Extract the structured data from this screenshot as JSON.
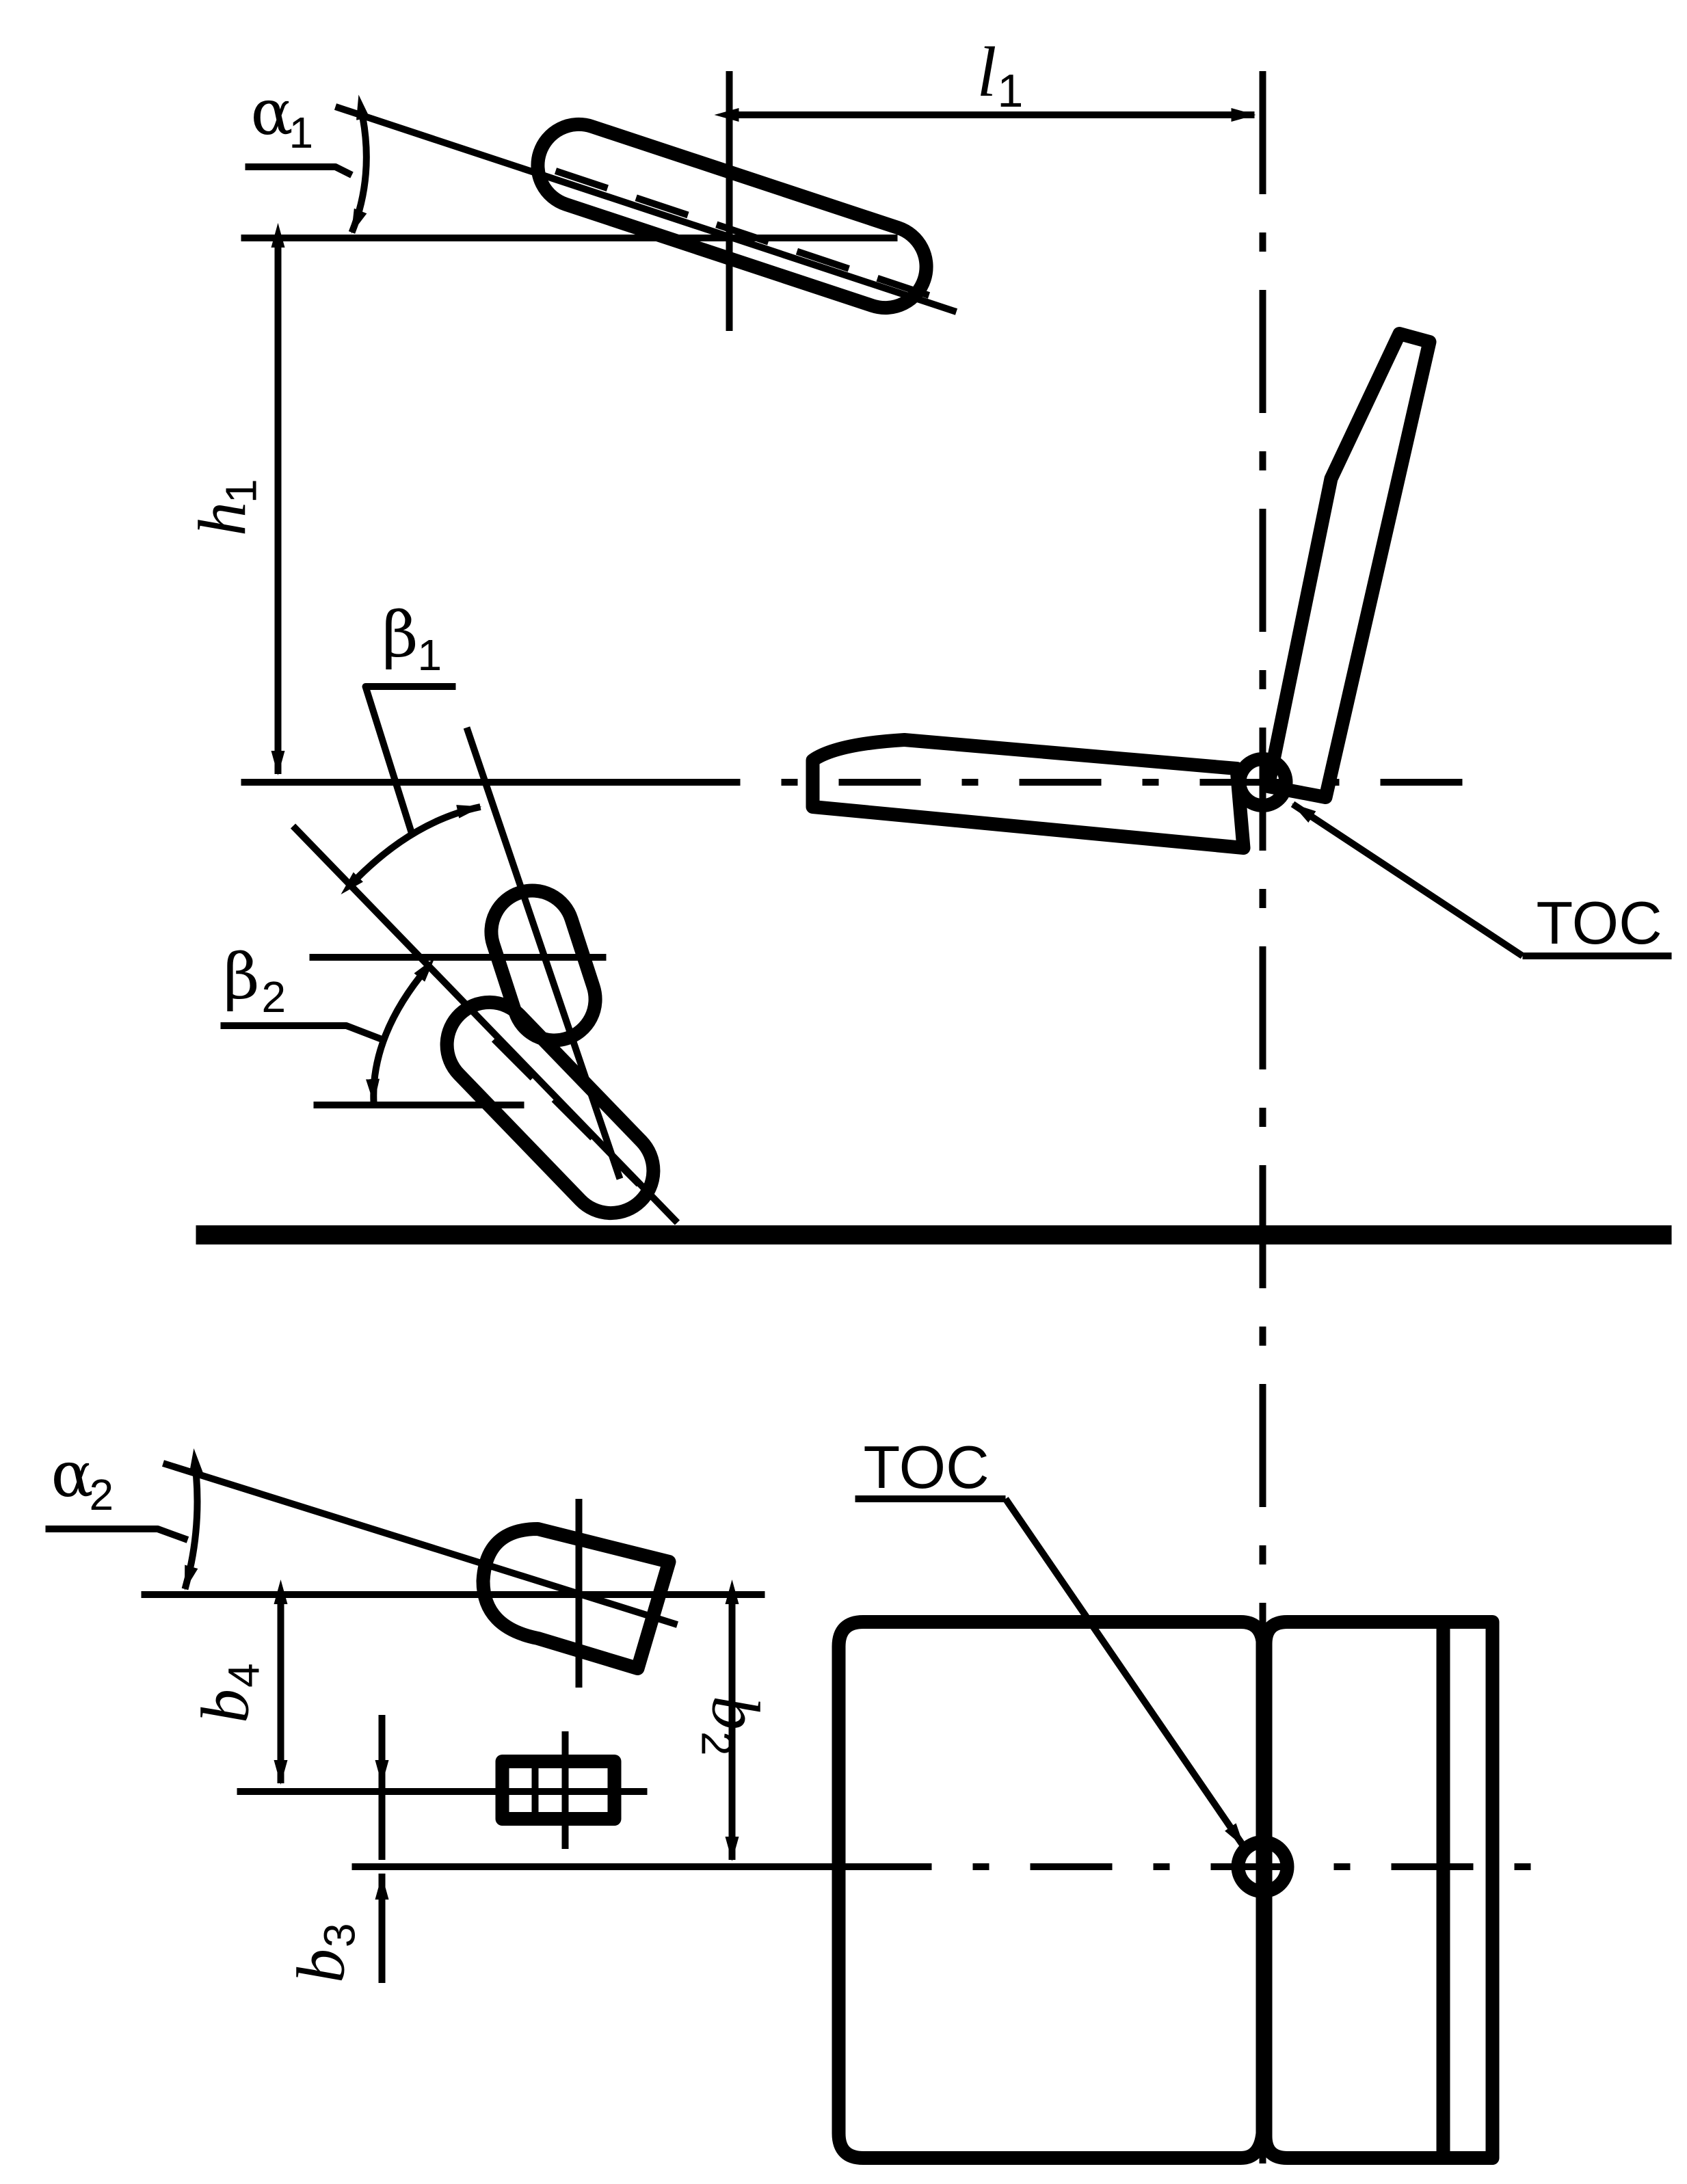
{
  "labels": {
    "alpha1": "α",
    "alpha1_sub": "1",
    "alpha2": "α",
    "alpha2_sub": "2",
    "beta1": "β",
    "beta1_sub": "1",
    "beta2": "β",
    "beta2_sub": "2",
    "l1": "l",
    "l1_sub": "1",
    "h1": "h",
    "h1_sub": "1",
    "b2": "b",
    "b2_sub": "2",
    "b3": "b",
    "b3_sub": "3",
    "b4": "b",
    "b4_sub": "4",
    "toc_side": "TOC",
    "toc_top": "TOC"
  }
}
